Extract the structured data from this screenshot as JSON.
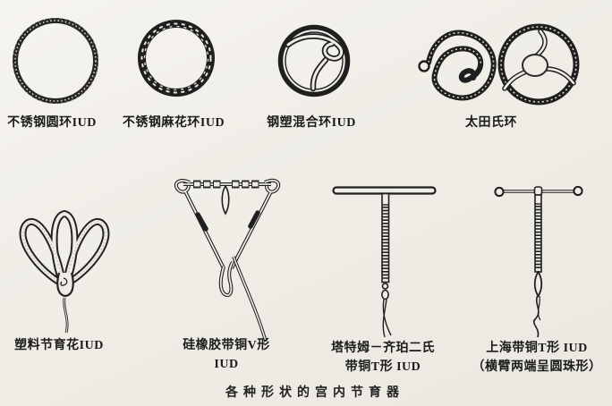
{
  "figure": {
    "caption": "各种形状的宫内节育器",
    "items": [
      {
        "id": "stainless-round-ring",
        "label": "不锈钢圆环IUD"
      },
      {
        "id": "stainless-twisted-ring",
        "label": "不锈钢麻花环IUD"
      },
      {
        "id": "steel-plastic-ring",
        "label": "钢塑混合环IUD"
      },
      {
        "id": "ota-ring",
        "label": "太田氏环"
      },
      {
        "id": "plastic-flower",
        "label": "塑料节育花IUD"
      },
      {
        "id": "silicone-copper-v",
        "label_line1": "硅橡胶带铜V形",
        "label_line2": "IUD"
      },
      {
        "id": "tatum-zipper-t",
        "label_line1": "塔特姆－齐珀二氏",
        "label_line2": "带铜T形 IUD"
      },
      {
        "id": "shanghai-copper-t",
        "label_line1": "上海带铜T形 IUD",
        "label_line2": "（横臂两端呈圆珠形）"
      }
    ]
  }
}
